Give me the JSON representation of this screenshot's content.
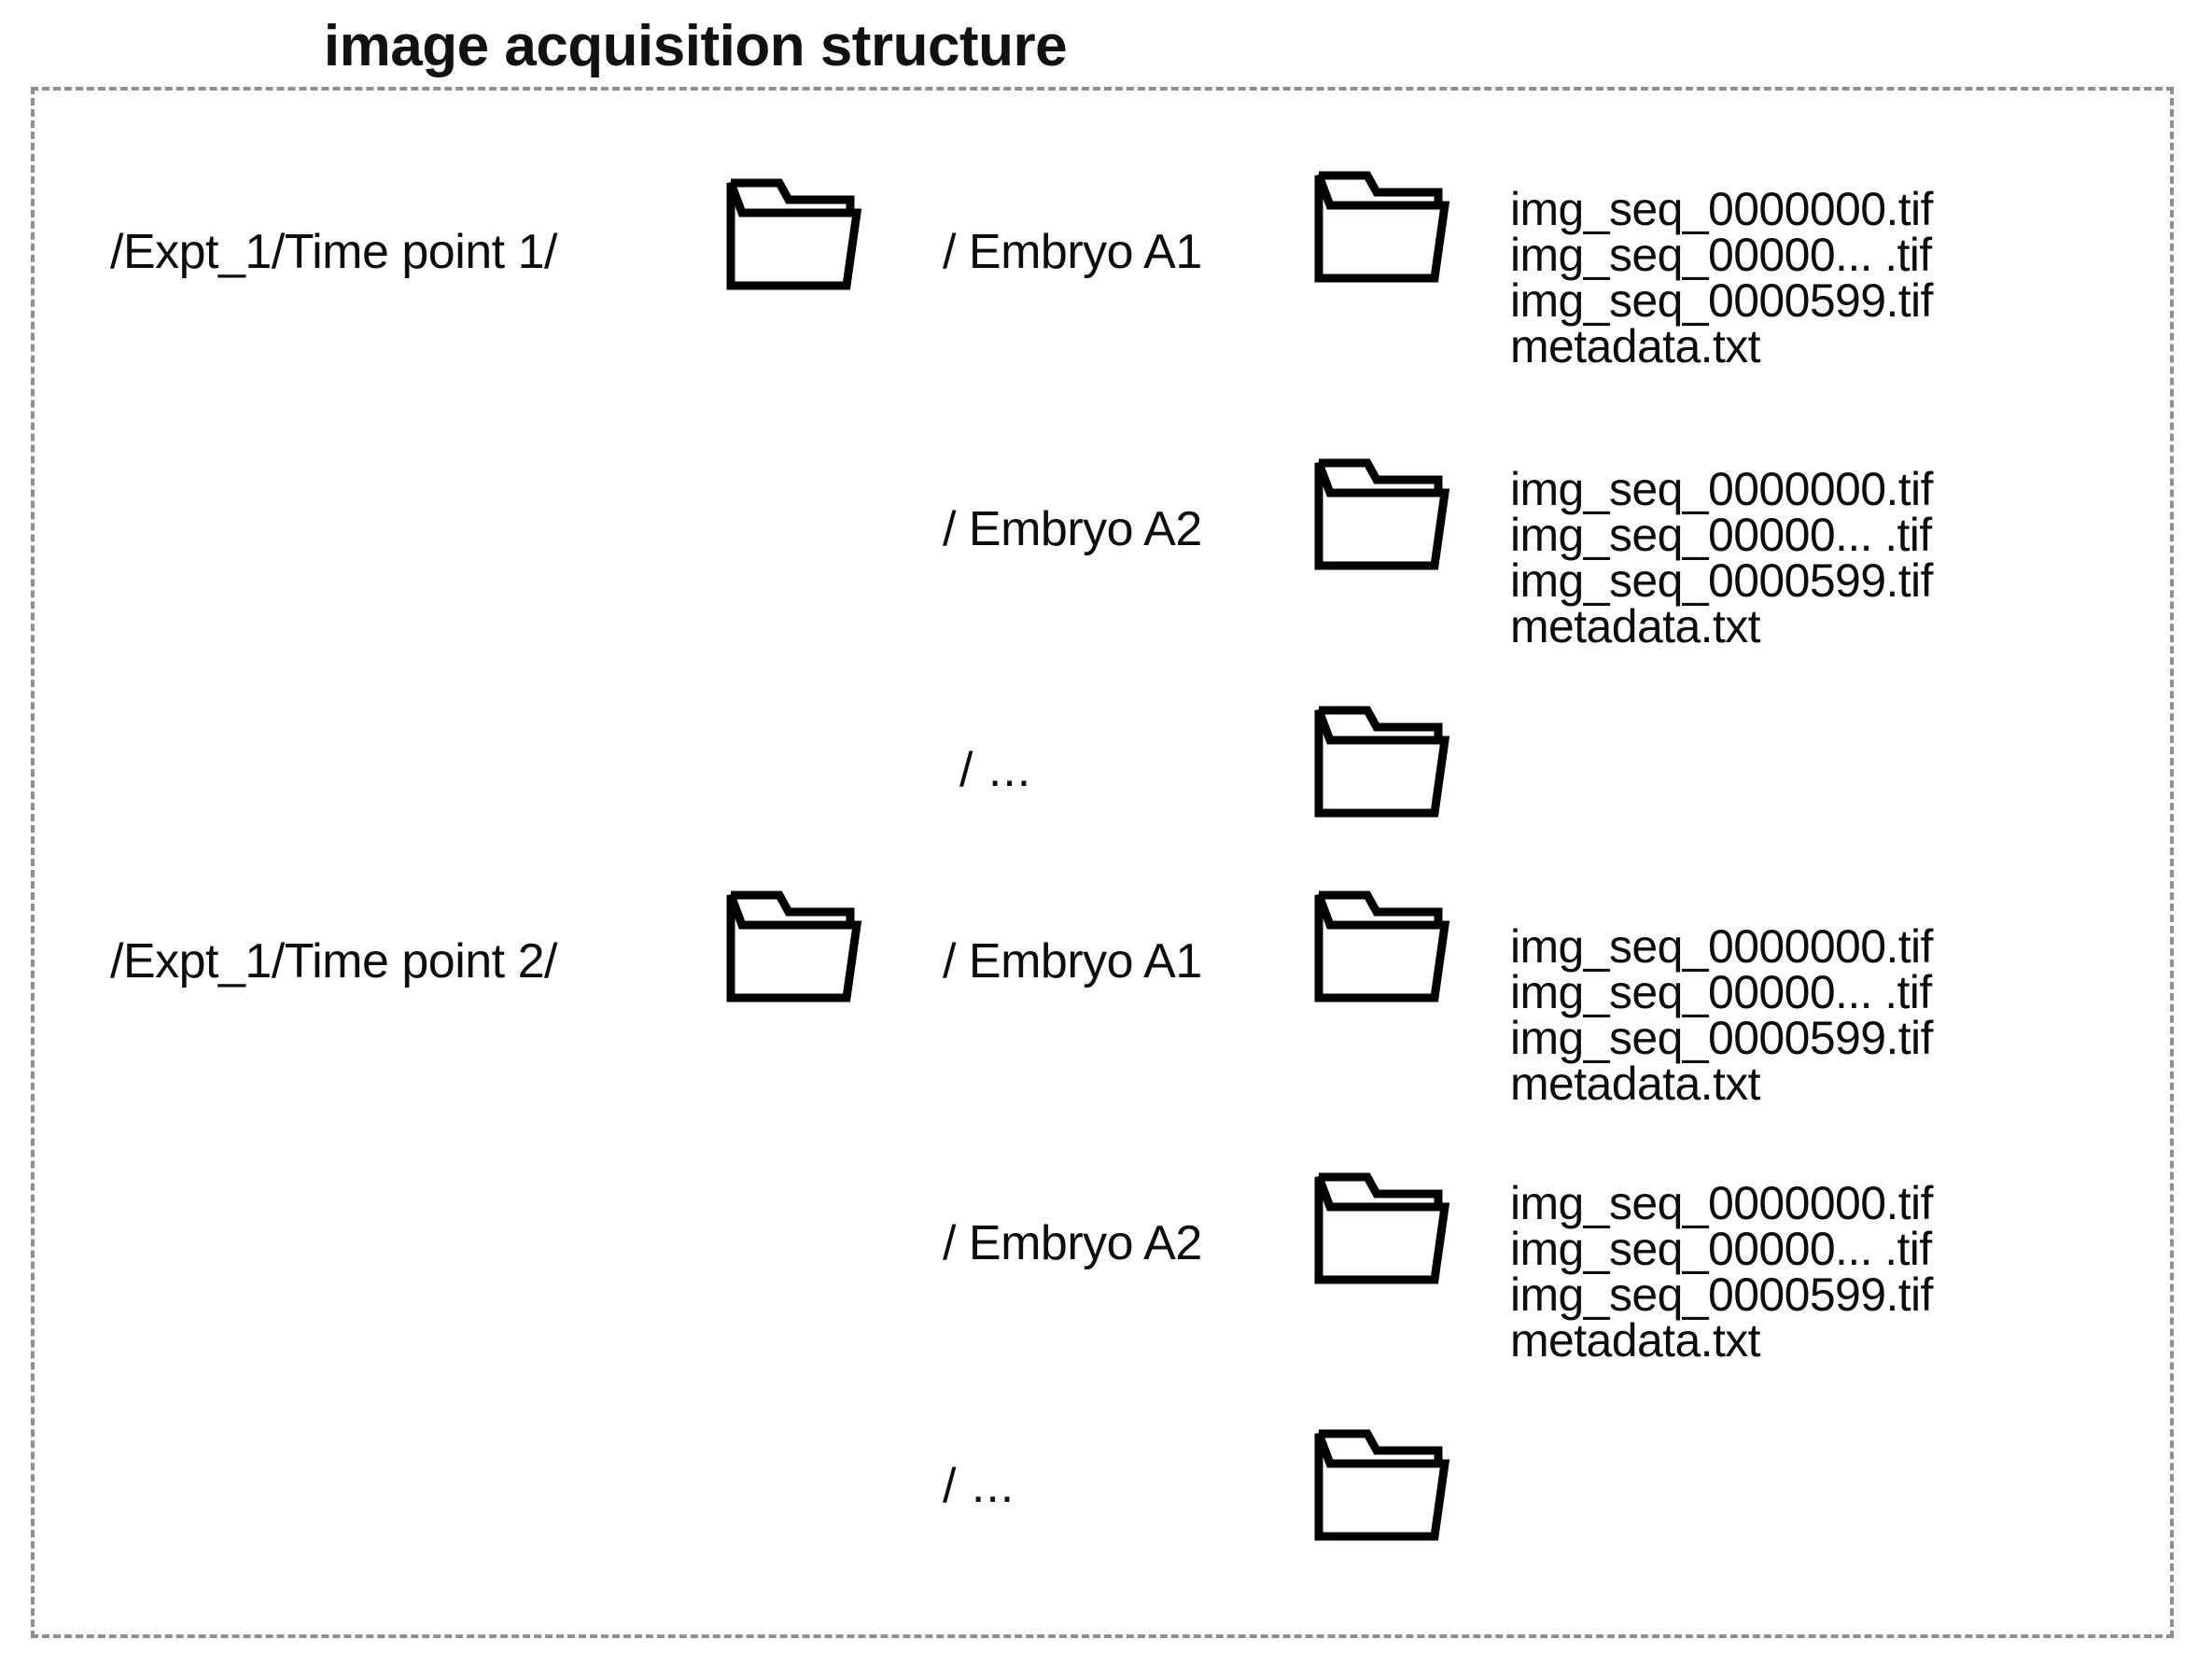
{
  "title": "image acquisition structure",
  "icons": {
    "folder": "folder-icon"
  },
  "colors": {
    "frame_border": "#8f8f8f",
    "text": "#0d0d0d",
    "background": "#ffffff",
    "icon_stroke": "#000000"
  },
  "file_lines": {
    "first": "img_seq_0000000.tif",
    "middle": "img_seq_00000... .tif",
    "last": "img_seq_0000599.tif",
    "metadata": "metadata.txt"
  },
  "timepoints": [
    {
      "path_label": "/Expt_1/Time point 1/",
      "children": [
        {
          "label": "/ Embryo A1",
          "files": [
            "img_seq_0000000.tif",
            "img_seq_00000... .tif",
            "img_seq_0000599.tif",
            "metadata.txt"
          ]
        },
        {
          "label": "/ Embryo A2",
          "files": [
            "img_seq_0000000.tif",
            "img_seq_00000... .tif",
            "img_seq_0000599.tif",
            "metadata.txt"
          ]
        },
        {
          "label": "/ ...",
          "files": []
        }
      ]
    },
    {
      "path_label": "/Expt_1/Time point 2/",
      "children": [
        {
          "label": "/ Embryo A1",
          "files": [
            "img_seq_0000000.tif",
            "img_seq_00000... .tif",
            "img_seq_0000599.tif",
            "metadata.txt"
          ]
        },
        {
          "label": "/ Embryo A2",
          "files": [
            "img_seq_0000000.tif",
            "img_seq_00000... .tif",
            "img_seq_0000599.tif",
            "metadata.txt"
          ]
        },
        {
          "label": "/ ...",
          "files": []
        }
      ]
    }
  ]
}
